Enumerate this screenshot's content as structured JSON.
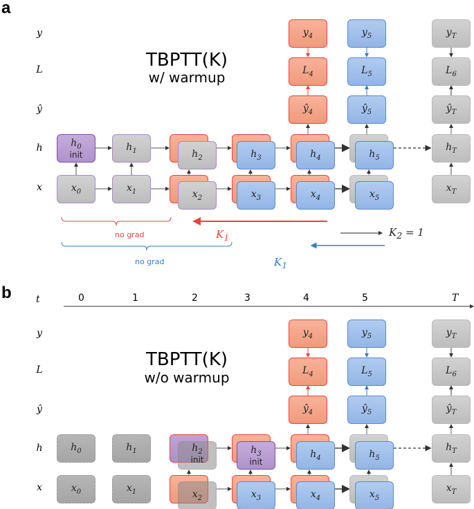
{
  "panel_a": {
    "letter": "a",
    "title": "TBPTT(K)",
    "subtitle": "w/ warmup",
    "row_labels": [
      "y",
      "L",
      "ŷ",
      "h",
      "x"
    ],
    "nodes": {
      "y4": [
        "y",
        "4",
        ""
      ],
      "y5": [
        "y",
        "5",
        ""
      ],
      "yT": [
        "y",
        "T",
        ""
      ],
      "L4": [
        "L",
        "4",
        ""
      ],
      "L5": [
        "L",
        "5",
        ""
      ],
      "L6": [
        "L",
        "6",
        ""
      ],
      "yh4": [
        "ŷ",
        "4",
        ""
      ],
      "yh5": [
        "ŷ",
        "5",
        ""
      ],
      "yhT": [
        "ŷ",
        "T",
        ""
      ],
      "h0": [
        "h",
        "0",
        "init"
      ],
      "h1": [
        "h",
        "1",
        ""
      ],
      "h2": [
        "h",
        "2",
        ""
      ],
      "h3": [
        "h",
        "3",
        ""
      ],
      "h4": [
        "h",
        "4",
        ""
      ],
      "h5": [
        "h",
        "5",
        ""
      ],
      "hT": [
        "h",
        "T",
        ""
      ],
      "x0": [
        "x",
        "0",
        ""
      ],
      "x1": [
        "x",
        "1",
        ""
      ],
      "x2": [
        "x",
        "2",
        ""
      ],
      "x3": [
        "x",
        "3",
        ""
      ],
      "x4": [
        "x",
        "4",
        ""
      ],
      "x5": [
        "x",
        "5",
        ""
      ],
      "xT": [
        "x",
        "T",
        ""
      ]
    },
    "no_grad_red": "no grad",
    "no_grad_blue": "no grad",
    "k1_red": "K",
    "k1_red_sub": "1",
    "k1_blue": "K",
    "k1_blue_sub": "1",
    "k2": "K",
    "k2_sub": "2",
    "k2_value": " = 1"
  },
  "panel_b": {
    "letter": "b",
    "title": "TBPTT(K)",
    "subtitle": "w/o warmup",
    "row_labels": [
      "y",
      "L",
      "ŷ",
      "h",
      "x"
    ],
    "time_label": "t",
    "time_ticks": [
      "0",
      "1",
      "2",
      "3",
      "4",
      "5",
      "T"
    ],
    "nodes": {
      "y4": [
        "y",
        "4",
        ""
      ],
      "y5": [
        "y",
        "5",
        ""
      ],
      "yT": [
        "y",
        "T",
        ""
      ],
      "L4": [
        "L",
        "4",
        ""
      ],
      "L5": [
        "L",
        "5",
        ""
      ],
      "L6": [
        "L",
        "6",
        ""
      ],
      "yh4": [
        "ŷ",
        "4",
        ""
      ],
      "yh5": [
        "ŷ",
        "5",
        ""
      ],
      "yhT": [
        "ŷ",
        "T",
        ""
      ],
      "h0": [
        "h",
        "0",
        ""
      ],
      "h1": [
        "h",
        "1",
        ""
      ],
      "h2": [
        "h",
        "2",
        "init"
      ],
      "h3": [
        "h",
        "3",
        "init"
      ],
      "h4": [
        "h",
        "4",
        ""
      ],
      "h5": [
        "h",
        "5",
        ""
      ],
      "hT": [
        "h",
        "T",
        ""
      ],
      "x0": [
        "x",
        "0",
        ""
      ],
      "x1": [
        "x",
        "1",
        ""
      ],
      "x2": [
        "x",
        "2",
        ""
      ],
      "x3": [
        "x",
        "3",
        ""
      ],
      "x4": [
        "x",
        "4",
        ""
      ],
      "x5": [
        "x",
        "5",
        ""
      ],
      "xT": [
        "x",
        "T",
        ""
      ]
    }
  },
  "colors": {
    "red": "#e8433c",
    "blue": "#2f7fc9",
    "purple": "#7a4ea6",
    "gray": "#bdbdbd"
  }
}
